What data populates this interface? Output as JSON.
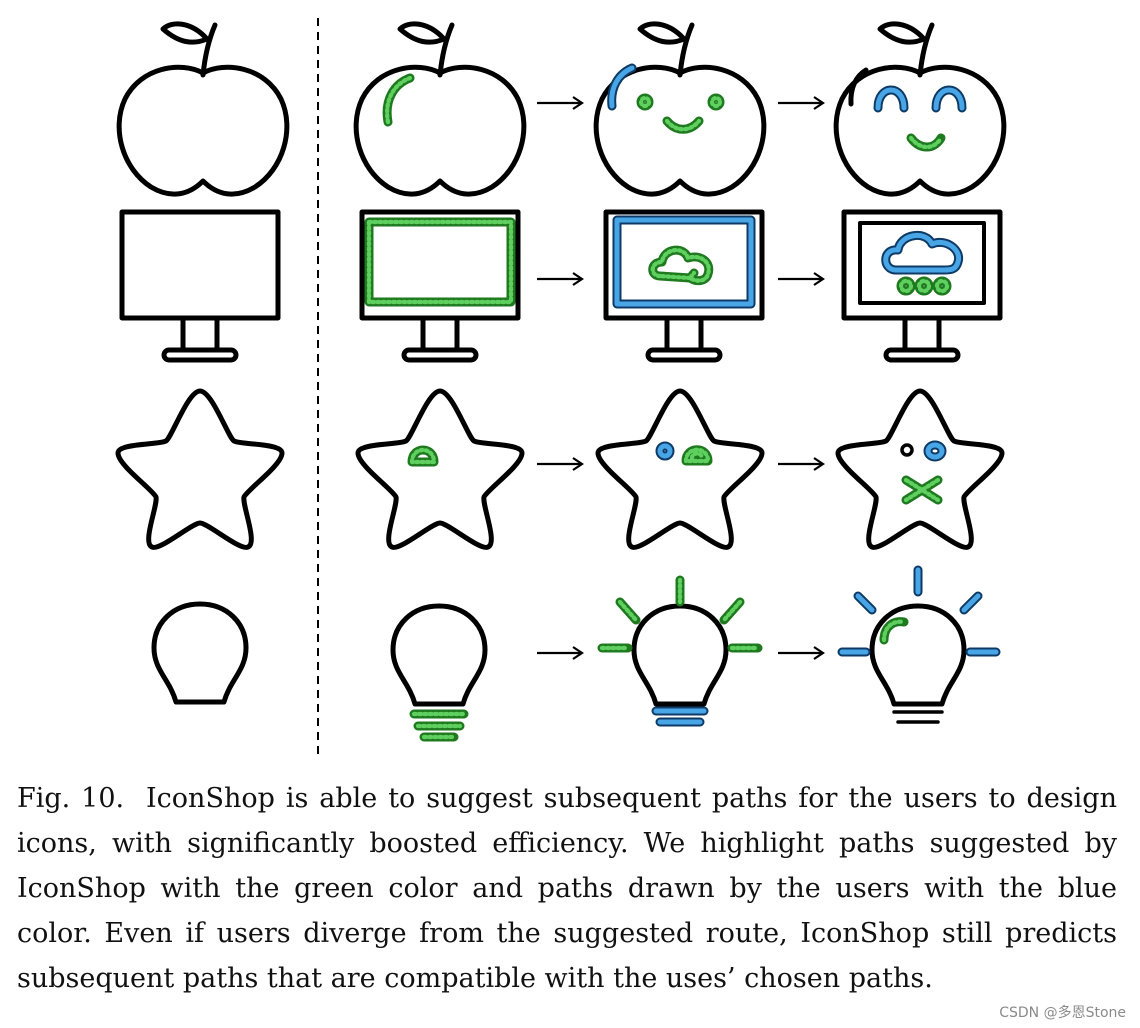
{
  "figure": {
    "rows": [
      "apple",
      "monitor",
      "star",
      "lightbulb"
    ],
    "stages_per_row": 4,
    "colors": {
      "outline": "#000000",
      "suggested_path": "#5fd05f",
      "user_path": "#49a6e6"
    },
    "icons": [
      "apple-icon",
      "monitor-icon",
      "star-icon",
      "lightbulb-icon",
      "arrow-right-icon"
    ]
  },
  "caption": {
    "label": "Fig. 10.",
    "text": "IconShop is able to suggest subsequent paths for the users to design icons, with significantly boosted efficiency. We highlight paths suggested by IconShop with the green color and paths drawn by the users with the blue color. Even if users diverge from the suggested route, IconShop still predicts subsequent paths that are compatible with the uses’ chosen paths."
  },
  "watermark": "CSDN @多恩Stone"
}
